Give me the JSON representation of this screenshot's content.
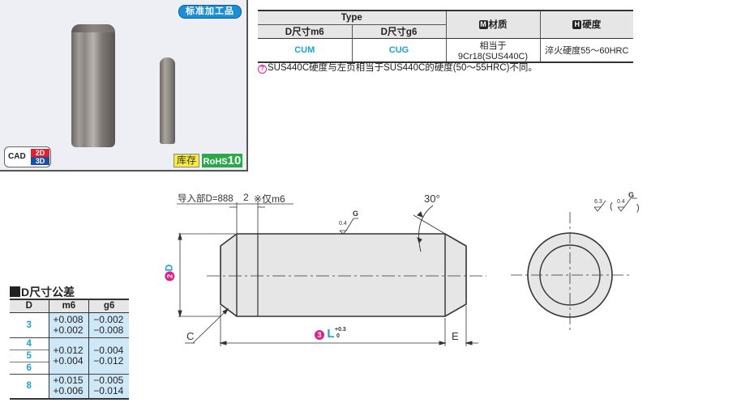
{
  "product_panel": {
    "badge_standard": "标准加工品",
    "cad_label": "CAD",
    "cad_2d": "2D",
    "cad_3d": "3D",
    "badge_stock": "库存",
    "badge_rohs_prefix": "RoHS",
    "badge_rohs_num": "10"
  },
  "spec_table": {
    "type_header": "Type",
    "col_m6": "D尺寸m6",
    "col_g6": "D尺寸g6",
    "material_icon": "M",
    "material_header": "材质",
    "hardness_icon": "H",
    "hardness_header": "硬度",
    "row": {
      "type_m6": "CUM",
      "type_g6": "CUG",
      "material": "相当于9Cr18(SUS440C)",
      "hardness": "淬火硬度55～60HRC"
    }
  },
  "note": {
    "icon": "?",
    "text": "SUS440C硬度与左页相当于SUS440C的硬度(50～55HRC)不同。"
  },
  "tolerance": {
    "title": "D尺寸公差",
    "headers": [
      "D",
      "m6",
      "g6"
    ],
    "rows": [
      {
        "d": [
          "3"
        ],
        "m6_upper": "+0.008",
        "m6_lower": "+0.002",
        "g6_upper": "−0.002",
        "g6_lower": "−0.008"
      },
      {
        "d": [
          "4",
          "5",
          "6"
        ],
        "m6_upper": "+0.012",
        "m6_lower": "+0.004",
        "g6_upper": "−0.004",
        "g6_lower": "−0.012"
      },
      {
        "d": [
          "8"
        ],
        "m6_upper": "+0.015",
        "m6_lower": "+0.006",
        "g6_upper": "−0.005",
        "g6_lower": "−0.014"
      }
    ]
  },
  "drawing": {
    "lead_in_label": "导入部D=888",
    "lead_in_len": "2",
    "m6_only": "※仅m6",
    "angle": "30°",
    "roughness_side": "0.4",
    "roughness_side_g": "G",
    "roughness_end_1": "6.3",
    "roughness_end_2": "0.4",
    "roughness_end_g": "G",
    "dim_d_num": "2",
    "dim_d": "D",
    "dim_l_num": "3",
    "dim_l": "L",
    "dim_l_tol_upper": "+0.3",
    "dim_l_tol_lower": "0",
    "dim_c": "C",
    "dim_e": "E"
  }
}
